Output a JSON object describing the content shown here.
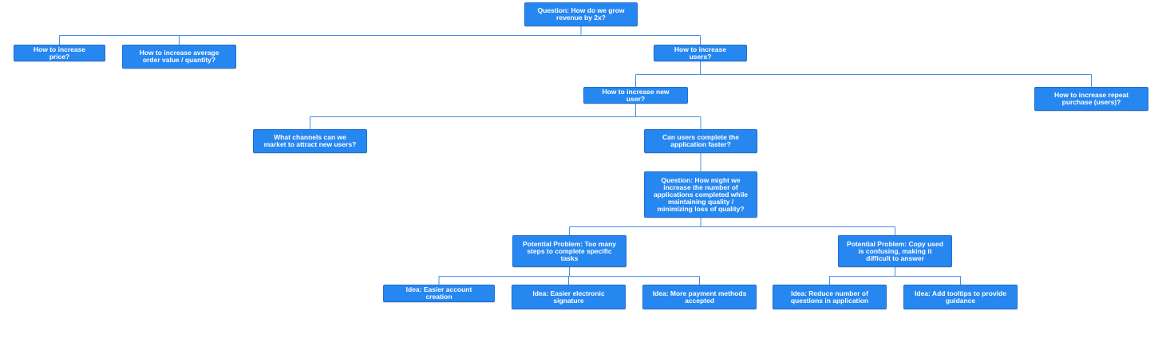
{
  "colors": {
    "node_fill": "#2787f0",
    "node_text": "#ffffff",
    "connector": "#4a8de8",
    "background": "#ffffff"
  },
  "nodes": {
    "root": "Question: How do we grow\nrevenue by 2x?",
    "price": "How to increase price?",
    "aov": "How to increase average\norder value / quantity?",
    "users": "How to increase users?",
    "new_user": "How to increase new user?",
    "repeat": "How to increase repeat\npurchase (users)?",
    "channels": "What channels can we\nmarket to attract new users?",
    "faster": "Can users complete the\napplication faster?",
    "question2": "Question: How might we\nincrease the number of\napplications completed while\nmaintaining quality /\nminimizing loss of quality?",
    "problem_steps": "Potential Problem: Too many\nsteps to complete specific\ntasks",
    "problem_copy": "Potential Problem: Copy used\nis confusing, making it\ndifficult to answer",
    "idea_account": "Idea: Easier account creation",
    "idea_esign": "Idea: Easier electronic\nsignature",
    "idea_payment": "Idea: More payment methods\naccepted",
    "idea_questions": "Idea: Reduce number of\nquestions in application",
    "idea_tooltips": "Idea: Add tooltips to provide\nguidance"
  }
}
